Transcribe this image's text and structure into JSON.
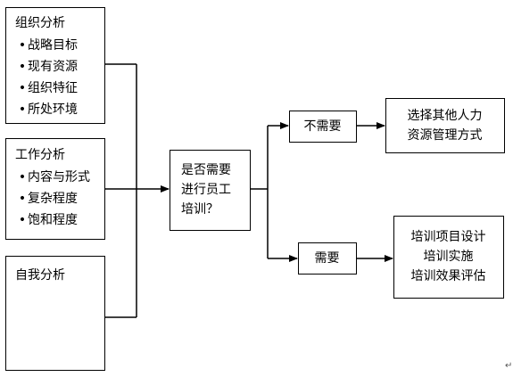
{
  "org": {
    "title": "组织分析",
    "bullet": "•",
    "items": [
      "战略目标",
      "现有资源",
      "组织特征",
      "所处环境"
    ]
  },
  "work": {
    "title": "工作分析",
    "bullet": "•",
    "items": [
      "内容与形式",
      "复杂程度",
      "饱和程度"
    ]
  },
  "self": {
    "title": "自我分析"
  },
  "decision": {
    "lines": [
      "是否需要",
      "进行员工",
      "培训？"
    ]
  },
  "no_need": {
    "label": "不需要"
  },
  "need": {
    "label": "需要"
  },
  "alternative": {
    "lines": [
      "选择其他人力",
      "资源管理方式"
    ]
  },
  "training": {
    "lines": [
      "培训项目设计",
      "培训实施",
      "培训效果评估"
    ]
  },
  "colors": {
    "line": "#000000",
    "background": "#ffffff"
  },
  "return_mark": "↵"
}
